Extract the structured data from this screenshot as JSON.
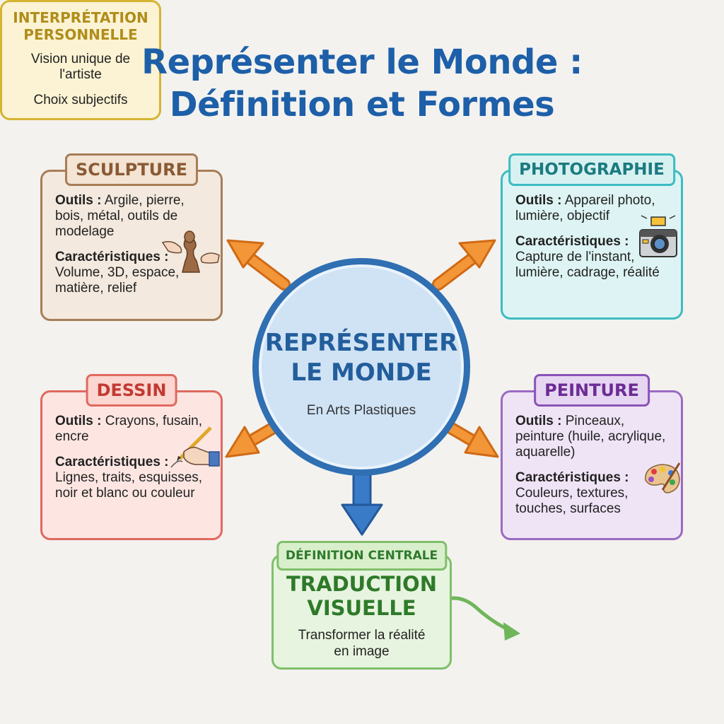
{
  "title": {
    "line1": "Représenter le Monde :",
    "line2": "Définition et Formes"
  },
  "center": {
    "title_line1": "REPRÉSENTER",
    "title_line2": "LE MONDE",
    "subtitle": "En Arts Plastiques"
  },
  "sculpture": {
    "heading": "SCULPTURE",
    "tools_label": "Outils :",
    "tools": "Argile, pierre, bois, métal, outils de modelage",
    "traits_label": "Caractéristiques :",
    "traits": "Volume, 3D, espace, matière, relief",
    "icon": "sculpting-hands-icon"
  },
  "photographie": {
    "heading": "PHOTOGRAPHIE",
    "tools_label": "Outils :",
    "tools": "Appareil photo, lumière, objectif",
    "traits_label": "Caractéristiques :",
    "traits": "Capture de l'instant, lumière, cadrage, réalité",
    "icon": "camera-icon"
  },
  "dessin": {
    "heading": "DESSIN",
    "tools_label": "Outils :",
    "tools": "Crayons, fusain, encre",
    "traits_label": "Caractéristiques :",
    "traits": "Lignes, traits, esquisses, noir et blanc ou couleur",
    "icon": "drawing-hand-icon"
  },
  "peinture": {
    "heading": "PEINTURE",
    "tools_label": "Outils :",
    "tools": "Pinceaux, peinture (huile, acrylique, aquarelle)",
    "traits_label": "Caractéristiques :",
    "traits": "Couleurs, textures, touches, surfaces",
    "icon": "palette-icon"
  },
  "definition": {
    "heading": "DÉFINITION CENTRALE",
    "main_line1": "TRADUCTION",
    "main_line2": "VISUELLE",
    "text": "Transformer la réalité en image"
  },
  "interpretation": {
    "heading_line1": "INTERPRÉTATION",
    "heading_line2": "PERSONNELLE",
    "text1": "Vision unique de l'artiste",
    "text2": "Choix subjectifs"
  },
  "colors": {
    "title": "#1d5fa8",
    "center_border": "#2f6fb2",
    "arrow_orange": "#f08a2c",
    "arrow_blue": "#3a7bc8",
    "arrow_green": "#6fb65a"
  }
}
